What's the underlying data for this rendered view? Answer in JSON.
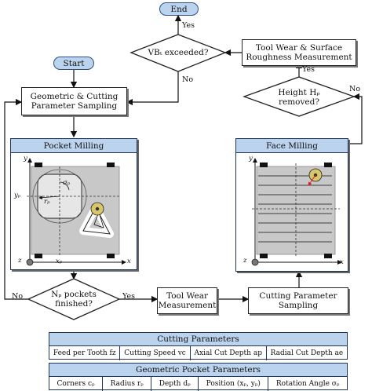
{
  "nodes": {
    "start": "Start",
    "end": "End",
    "sampling_geo_line1": "Geometric & Cutting",
    "sampling_geo_line2": "Parameter Sampling",
    "vb_decision": "VBₜ exceeded?",
    "tool_wear_surface_line1": "Tool Wear & Surface",
    "tool_wear_surface_line2": "Roughness Measurement",
    "height_line1": "Height Hₚ",
    "height_line2": "removed?",
    "pocket_decision_line1": "Nₚ pockets",
    "pocket_decision_line2": "finished?",
    "tool_wear_line1": "Tool Wear",
    "tool_wear_line2": "Measurement",
    "cutting_sampling_line1": "Cutting Parameter",
    "cutting_sampling_line2": "Sampling"
  },
  "edges": {
    "vb_yes": "Yes",
    "vb_no": "No",
    "height_yes": "Yes",
    "height_no": "No",
    "pocket_yes": "Yes",
    "pocket_no": "No"
  },
  "panels": {
    "pocket_title": "Pocket Milling",
    "face_title": "Face Milling"
  },
  "pocket_labels": {
    "y": "y",
    "x": "x",
    "z": "z",
    "yp": "yₚ",
    "xp": "xₚ",
    "rp": "rₚ",
    "sigma": "σₚ"
  },
  "face_labels": {
    "y": "y",
    "x": "x",
    "z": "z"
  },
  "cutting_table": {
    "title": "Cutting Parameters",
    "cells": [
      "Feed per Tooth fz",
      "Cutting Speed vc",
      "Axial Cut Depth ap",
      "Radial Cut Depth ae"
    ]
  },
  "pocket_table": {
    "title": "Geometric Pocket Parameters",
    "cells": [
      "Corners cₚ",
      "Radius rₚ",
      "Depth dₚ",
      "Position (xₚ, yₚ)",
      "Rotation Angle σₚ"
    ]
  },
  "colors": {
    "accent": "#bcd3ee",
    "border": "#1f3556",
    "workpiece": "#c8c8c8",
    "tool_red": "#d22"
  }
}
